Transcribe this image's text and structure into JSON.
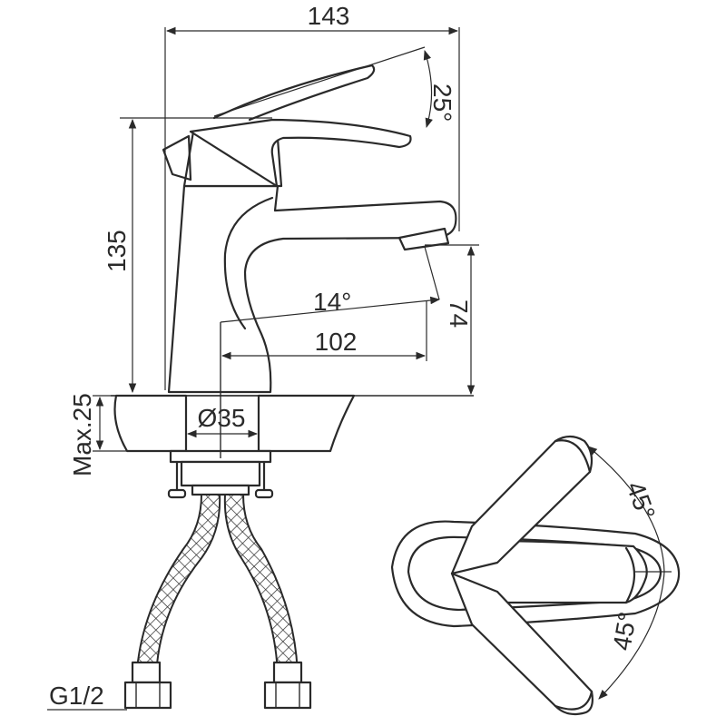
{
  "drawing": {
    "labels": {
      "width_overall": "143",
      "lever_angle": "25°",
      "height_overall": "135",
      "spout_height": "74",
      "spout_angle": "14°",
      "spout_reach": "102",
      "hole_diameter": "Ø35",
      "max_deck": "Max.25",
      "thread": "G1/2",
      "rotation_up": "45°",
      "rotation_down": "45°"
    }
  }
}
